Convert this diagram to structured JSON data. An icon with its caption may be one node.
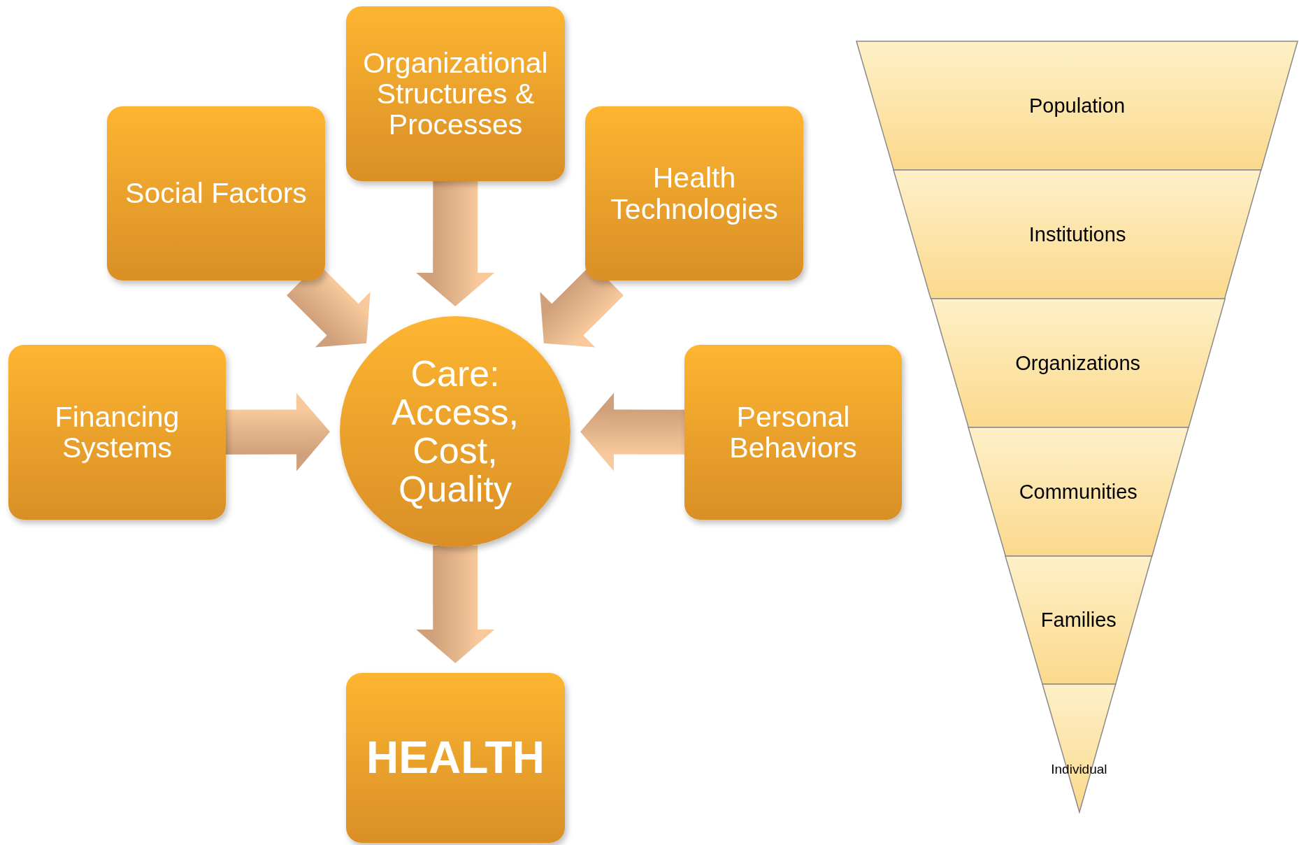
{
  "diagram": {
    "nodes": [
      {
        "text": [
          "Organizational Structures & Processes"
        ]
      },
      {
        "text": [
          "Social Factors"
        ]
      },
      {
        "text": [
          "Health Technologies"
        ]
      },
      {
        "text": [
          "Financing Systems"
        ]
      },
      {
        "text": [
          "Care: Access, Cost, Quality"
        ]
      },
      {
        "text": [
          "Personal Behaviors"
        ]
      },
      {
        "text": [
          "HEALTH"
        ]
      },
      {
        "text": [
          "Population"
        ]
      },
      {
        "text": [
          "Institutions"
        ]
      },
      {
        "text": [
          "Organizations"
        ]
      },
      {
        "text": [
          "Communities"
        ]
      },
      {
        "text": [
          "Families"
        ]
      },
      {
        "text": [
          "Individual"
        ]
      }
    ],
    "edges": [
      {
        "from": 0,
        "to": 4,
        "arrow": "to"
      },
      {
        "from": 1,
        "to": 4,
        "arrow": "to"
      },
      {
        "from": 2,
        "to": 4,
        "arrow": "to"
      },
      {
        "from": 3,
        "to": 4,
        "arrow": "to"
      },
      {
        "from": 5,
        "to": 4,
        "arrow": "to"
      },
      {
        "from": 4,
        "to": 6,
        "arrow": "to"
      }
    ]
  }
}
